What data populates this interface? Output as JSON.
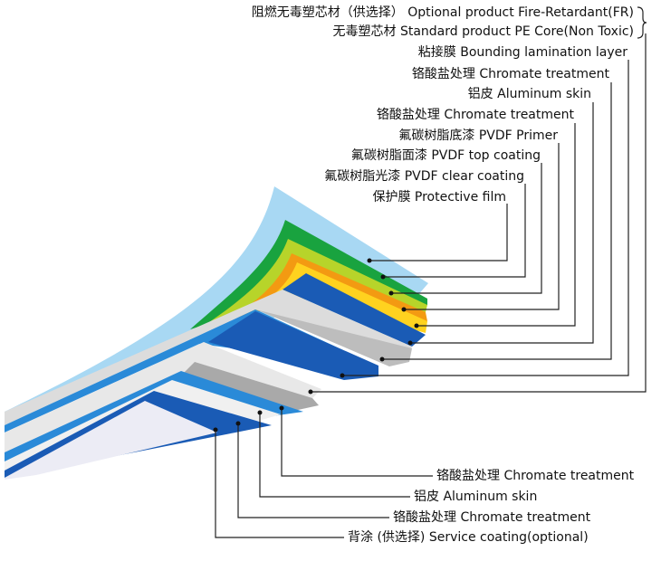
{
  "top_labels": [
    "阻燃无毒塑芯材（供选择） Optional product Fire-Retardant(FR)",
    "无毒塑芯材 Standard product PE Core(Non Toxic)",
    "粘接膜 Bounding lamination layer",
    "铬酸盐处理 Chromate treatment",
    "铝皮 Aluminum  skin",
    "铬酸盐处理 Chromate treatment",
    "氟碳树脂底漆 PVDF Primer",
    "氟碳树脂面漆 PVDF top coating",
    "氟碳树脂光漆 PVDF clear coating",
    "保护膜 Protective film"
  ],
  "bottom_labels": [
    "铬酸盐处理 Chromate  treatment",
    "铝皮 Aluminum  skin",
    "铬酸盐处理 Chromate  treatment",
    "背涂 (供选择) Service  coating(optional)"
  ],
  "layer_colors": {
    "protective_film": "#a8d8f3",
    "clear_coating": "#19a33f",
    "top_coating": "#b7d42a",
    "primer": "#f39a12",
    "chromate": "#ffd21f",
    "aluminum": "#1a5bb5",
    "core": "#d9d9d9",
    "accent_blue": "#2a8ad8"
  }
}
